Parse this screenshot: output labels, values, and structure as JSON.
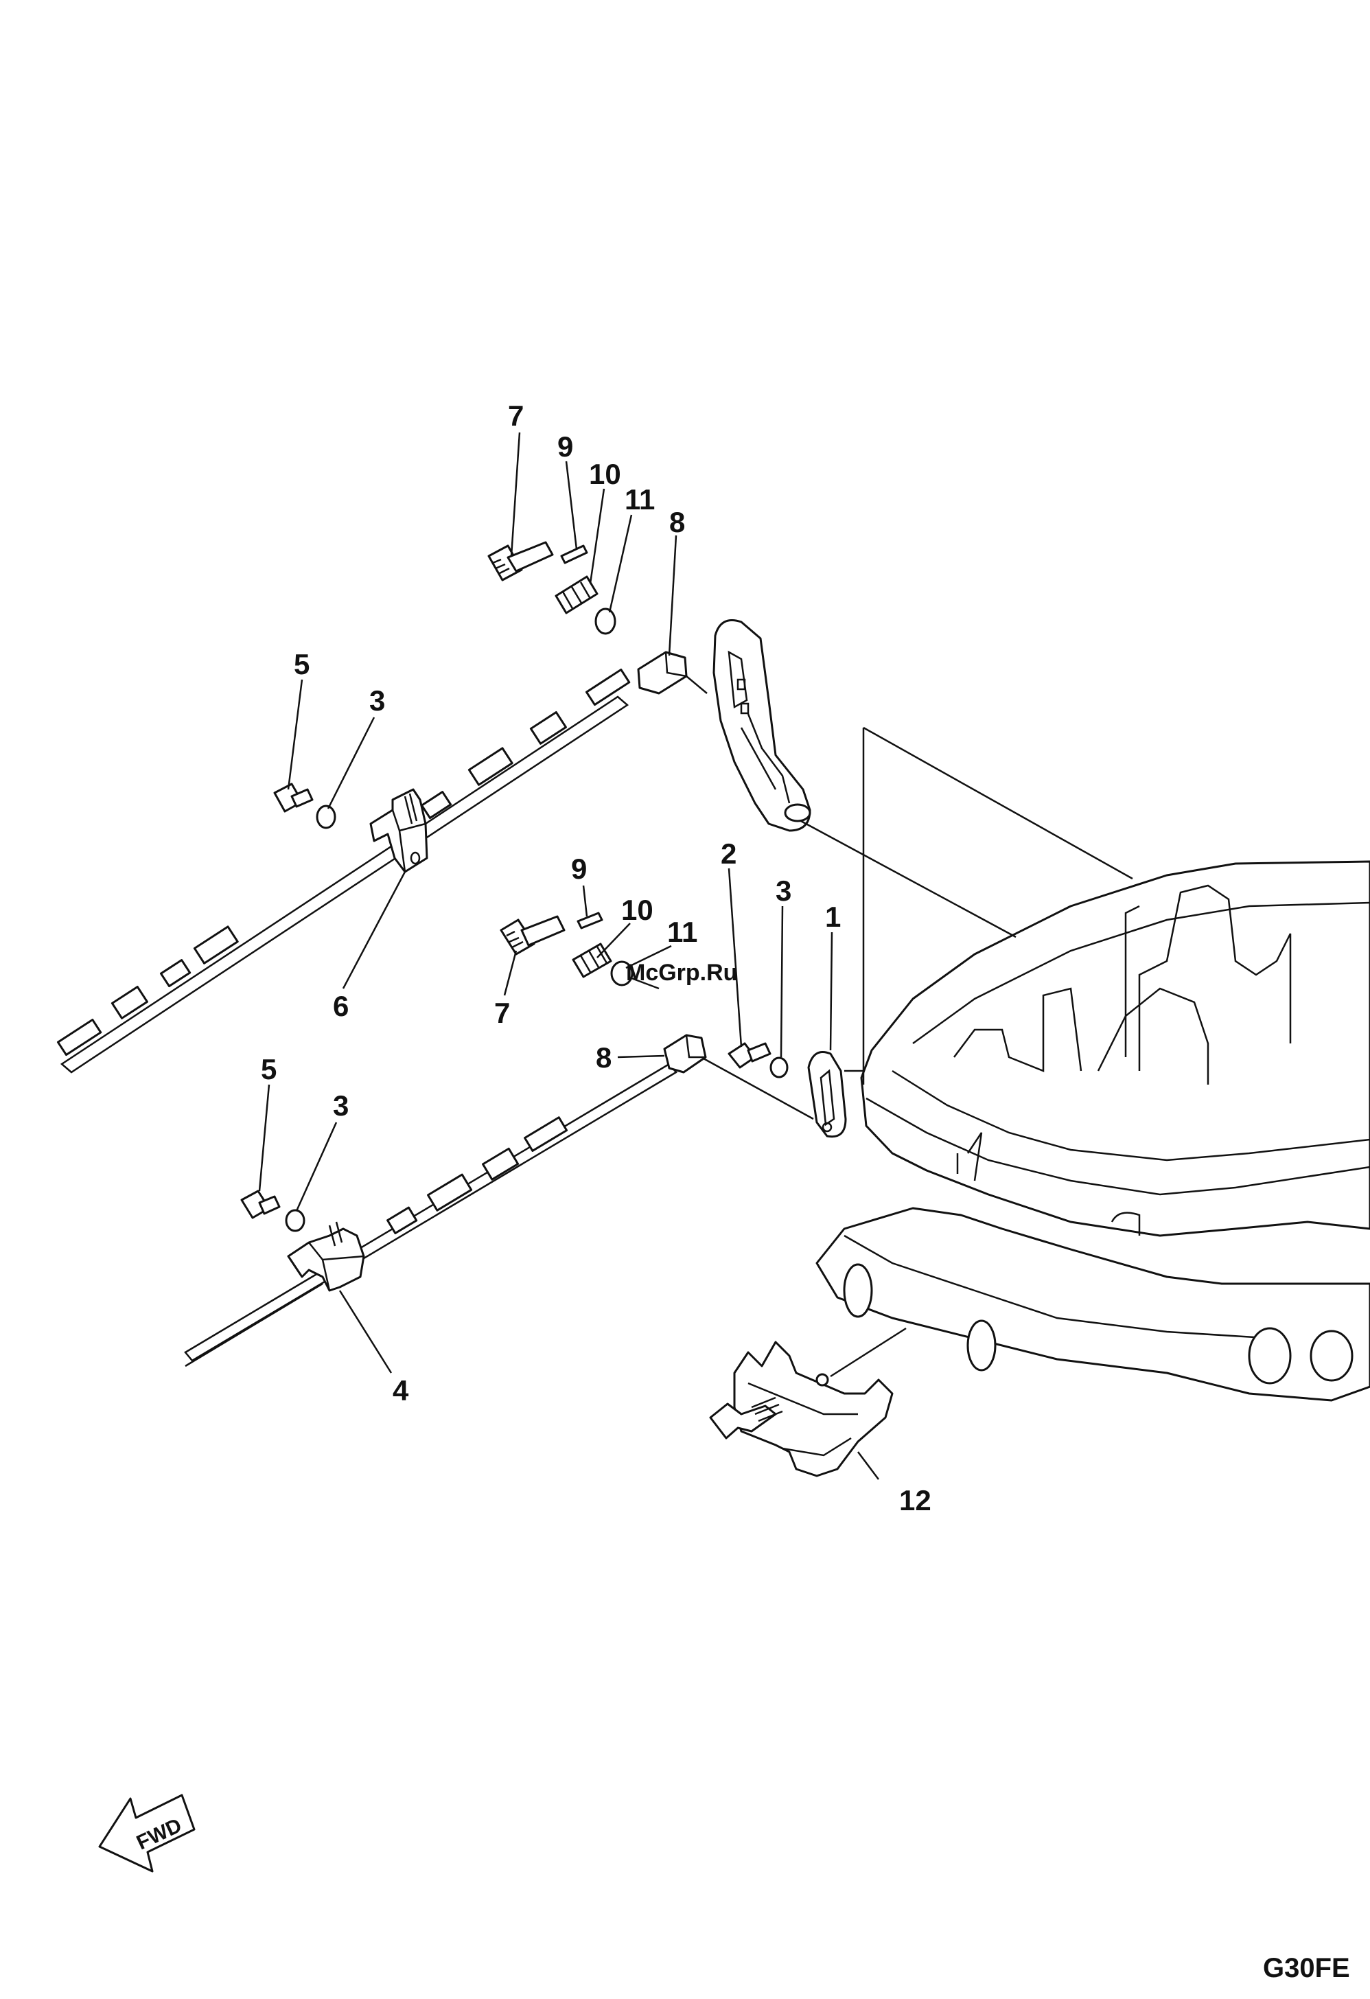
{
  "diagram": {
    "code": "G30FE",
    "watermark": "McGrp.Ru",
    "fwd_label": "FWD",
    "callouts": [
      {
        "id": "c7-upper",
        "label": "7"
      },
      {
        "id": "c9-upper",
        "label": "9"
      },
      {
        "id": "c10-upper",
        "label": "10"
      },
      {
        "id": "c11-upper",
        "label": "11"
      },
      {
        "id": "c8-upper",
        "label": "8"
      },
      {
        "id": "c5-upper",
        "label": "5"
      },
      {
        "id": "c3-upper",
        "label": "3"
      },
      {
        "id": "c6",
        "label": "6"
      },
      {
        "id": "c9-lower",
        "label": "9"
      },
      {
        "id": "c10-lower",
        "label": "10"
      },
      {
        "id": "c11-lower",
        "label": "11"
      },
      {
        "id": "c7-lower",
        "label": "7"
      },
      {
        "id": "c2",
        "label": "2"
      },
      {
        "id": "c3-mid",
        "label": "3"
      },
      {
        "id": "c1",
        "label": "1"
      },
      {
        "id": "c8-lower",
        "label": "8"
      },
      {
        "id": "c5-lower",
        "label": "5"
      },
      {
        "id": "c3-lower",
        "label": "3"
      },
      {
        "id": "c4",
        "label": "4"
      },
      {
        "id": "c12",
        "label": "12"
      }
    ]
  },
  "colors": {
    "line": "#111111",
    "watermark": "#e03131",
    "background": "#ffffff"
  }
}
